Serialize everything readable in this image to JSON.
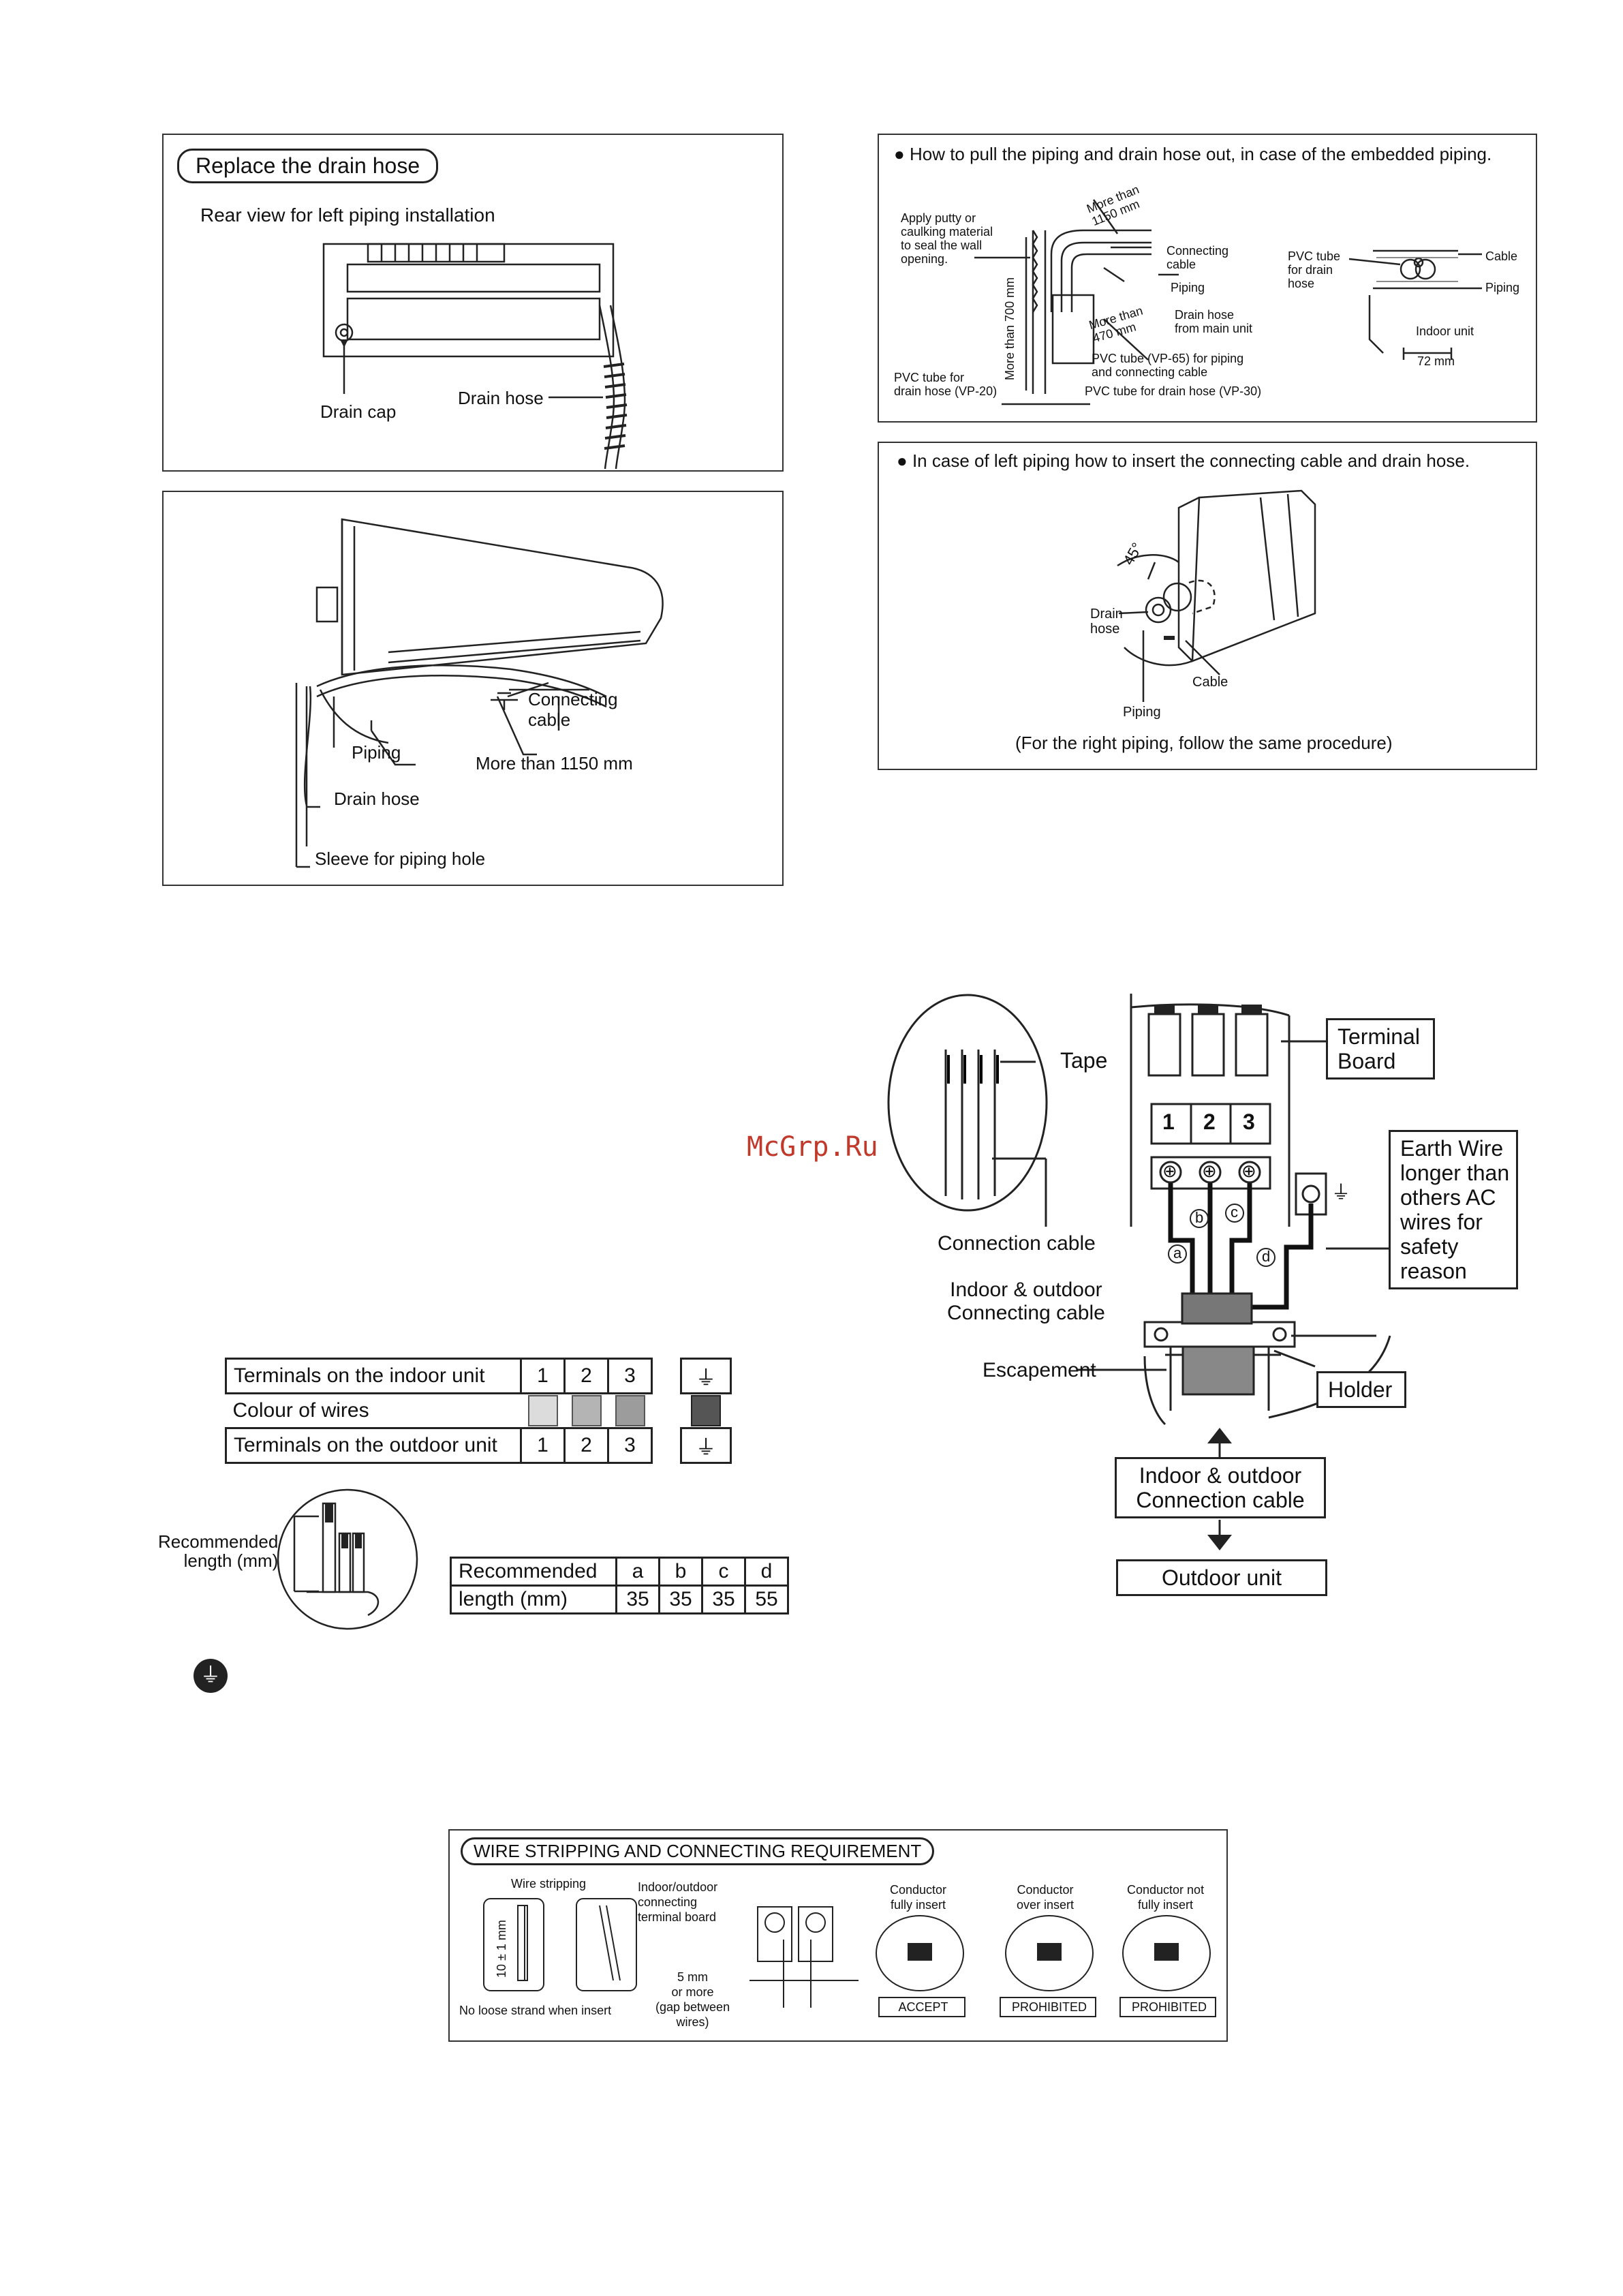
{
  "watermark": "McGrp.Ru",
  "panel1": {
    "title": "Replace the drain hose",
    "subtitle": "Rear view for left piping installation",
    "drain_cap": "Drain cap",
    "drain_hose": "Drain hose"
  },
  "panel2": {
    "connecting_cable": "Connecting cable",
    "piping": "Piping",
    "more_than": "More than 1150 mm",
    "drain_hose": "Drain hose",
    "sleeve": "Sleeve for piping hole"
  },
  "panel3": {
    "title": "How to pull the piping and drain hose out, in case of the embedded piping.",
    "apply_putty": "Apply putty or\ncaulking material\nto seal the wall\nopening.",
    "more_1150": "More than\n1150 mm",
    "connecting_cable": "Connecting\ncable",
    "piping": "Piping",
    "drain_hose_main": "Drain hose\nfrom main unit",
    "more_470": "More than\n470 mm",
    "more_700": "More than 700 mm",
    "pvc_vp65": "PVC tube (VP-65) for piping\nand connecting cable",
    "pvc_vp20": "PVC tube for\ndrain hose (VP-20)",
    "pvc_vp30": "PVC tube for drain hose (VP-30)",
    "pvc_tube_drain": "PVC tube\nfor drain\nhose",
    "cable": "Cable",
    "piping2": "Piping",
    "indoor_unit": "Indoor unit",
    "mm72": "72 mm"
  },
  "panel4": {
    "title": "In case of left piping how to insert the connecting cable and drain hose.",
    "angle": "45°",
    "drain_hose": "Drain\nhose",
    "cable": "Cable",
    "piping": "Piping",
    "note": "(For the right piping, follow the same procedure)"
  },
  "wiring": {
    "tape": "Tape",
    "connection_cable": "Connection cable",
    "indoor_outdoor_cable": "Indoor & outdoor\nConnecting cable",
    "escapement": "Escapement",
    "terminal_board": "Terminal\nBoard",
    "earth_wire": "Earth Wire\nlonger than\nothers AC\nwires for\nsafety\nreason",
    "holder": "Holder",
    "io_connection_cable": "Indoor & outdoor\nConnection cable",
    "outdoor_unit": "Outdoor unit",
    "terminals": [
      "1",
      "2",
      "3"
    ],
    "wire_letters": [
      "a",
      "b",
      "c",
      "d"
    ]
  },
  "terminal_table": {
    "indoor_label": "Terminals on the indoor unit",
    "colour_label": "Colour of wires",
    "outdoor_label": "Terminals on the outdoor unit",
    "numbers": [
      "1",
      "2",
      "3"
    ],
    "colours": [
      "#dcdcdc",
      "#b4b4b4",
      "#9c9c9c",
      "#555555"
    ]
  },
  "length_table": {
    "side_label": "Recommended\nlength (mm)",
    "row1_label": "Recommended",
    "row2_label": "length (mm)",
    "headers": [
      "a",
      "b",
      "c",
      "d"
    ],
    "values": [
      "35",
      "35",
      "35",
      "55"
    ]
  },
  "wsr": {
    "title": "WIRE STRIPPING AND CONNECTING REQUIREMENT",
    "wire_stripping": "Wire stripping",
    "dimension": "10 ± 1 mm",
    "no_loose": "No loose strand when insert",
    "terminal_board": "Indoor/outdoor\nconnecting\nterminal board",
    "gap": "5 mm\nor more\n(gap between\nwires)",
    "cases": [
      {
        "title": "Conductor\nfully insert",
        "status": "ACCEPT"
      },
      {
        "title": "Conductor\nover insert",
        "status": "PROHIBITED"
      },
      {
        "title": "Conductor not\nfully insert",
        "status": "PROHIBITED"
      }
    ]
  }
}
